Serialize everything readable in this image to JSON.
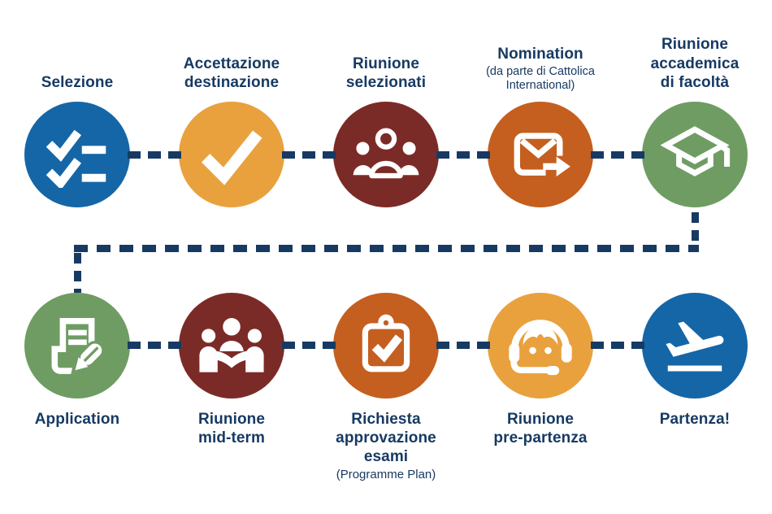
{
  "diagram": {
    "description_language": "it",
    "background": "#ffffff"
  },
  "colors": {
    "navy_text": "#173A63",
    "connector": "#173A63",
    "blue": "#1566A7",
    "gold": "#E9A13E",
    "maroon": "#7B2B27",
    "orange": "#C45F1F",
    "green": "#6F9C63",
    "icon_white": "#ffffff"
  },
  "rows": [
    {
      "name": "top",
      "steps": [
        {
          "title": "Selezione",
          "icon": "checklist-icon",
          "color": "#1566A7"
        },
        {
          "title": "Accettazione\ndestinazione",
          "icon": "checkmark-icon",
          "color": "#E9A13E"
        },
        {
          "title": "Riunione\nselezionati",
          "icon": "group-icon",
          "color": "#7B2B27"
        },
        {
          "title": "Nomination",
          "subtitle": "(da parte di Cattolica\nInternational)",
          "icon": "envelope-forward-icon",
          "color": "#C45F1F"
        },
        {
          "title": "Riunione\naccademica\ndi facoltà",
          "icon": "graduation-cap-icon",
          "color": "#6F9C63"
        }
      ]
    },
    {
      "name": "bottom",
      "steps": [
        {
          "title": "Application",
          "icon": "document-pen-icon",
          "color": "#6F9C63"
        },
        {
          "title": "Riunione\nmid-term",
          "icon": "community-icon",
          "color": "#7B2B27"
        },
        {
          "title": "Richiesta\napprovazione\nesami",
          "subtitle": "(Programme Plan)",
          "icon": "clipboard-check-icon",
          "color": "#C45F1F"
        },
        {
          "title": "Riunione\npre-partenza",
          "icon": "headset-agent-icon",
          "color": "#E9A13E"
        },
        {
          "title": "Partenza!",
          "icon": "airplane-takeoff-icon",
          "color": "#1566A7"
        }
      ]
    }
  ]
}
